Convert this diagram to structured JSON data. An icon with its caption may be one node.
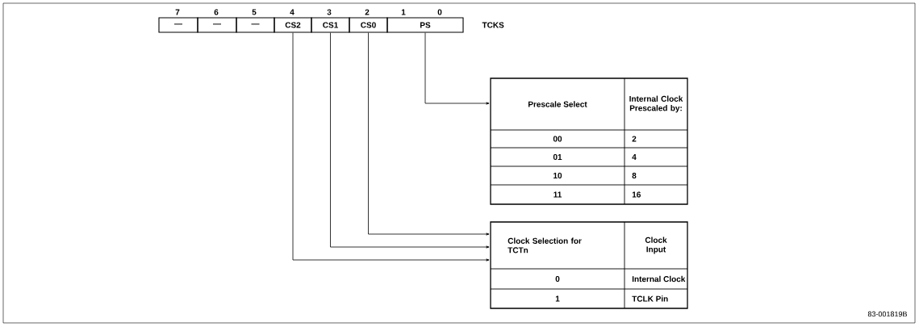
{
  "diagram": {
    "nodes": [
      {
        "text": [
          "—"
        ]
      },
      {
        "text": [
          "—"
        ]
      },
      {
        "text": [
          "—"
        ]
      },
      {
        "text": [
          "CS2"
        ]
      },
      {
        "text": [
          "CS1"
        ]
      },
      {
        "text": [
          "CS0"
        ]
      },
      {
        "text": [
          "PS"
        ]
      },
      {
        "text": [
          "Prescale Select",
          "Internal Clock Prescaled by:",
          "00",
          "2",
          "01",
          "4",
          "10",
          "8",
          "11",
          "16"
        ]
      },
      {
        "text": [
          "Clock Selection for TCTn",
          "Clock Input",
          "0",
          "Internal Clock",
          "1",
          "TCLK Pin"
        ]
      }
    ],
    "edges": [
      {
        "from": 6,
        "to": 7,
        "arrow": "to"
      },
      {
        "from": 5,
        "to": 8,
        "arrow": "to"
      },
      {
        "from": 4,
        "to": 8,
        "arrow": "to"
      },
      {
        "from": 3,
        "to": 8,
        "arrow": "to"
      }
    ],
    "labels": [
      "7",
      "6",
      "5",
      "4",
      "3",
      "2",
      "1",
      "0",
      "TCKS",
      "83-001819B"
    ]
  }
}
